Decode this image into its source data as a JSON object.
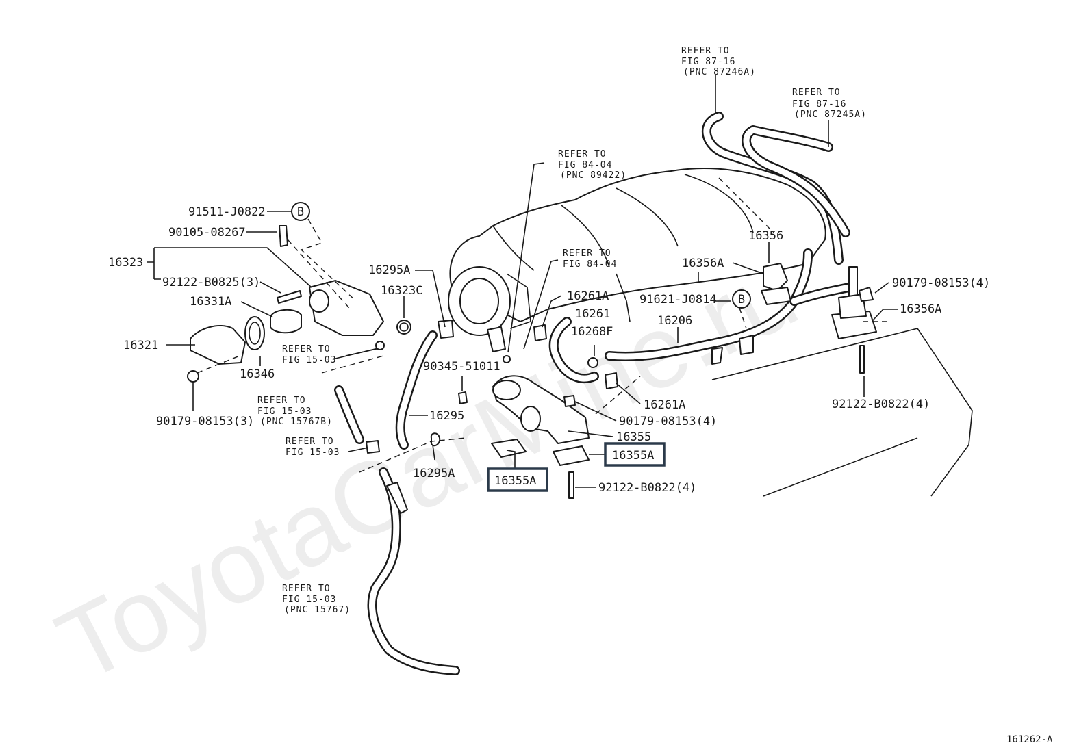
{
  "watermark": "ToyotaCarMine.ru",
  "figure_id": "161262-A",
  "badge_letter": "B",
  "highlighted_part": "16355A",
  "labels": {
    "p91511": "91511-J0822",
    "p90105": "90105-08267",
    "p16323": "16323",
    "p92122_b0825": "92122-B0825(3)",
    "p16331A": "16331A",
    "p16321": "16321",
    "p16346": "16346",
    "p90179_3": "90179-08153(3)",
    "p16295A_top": "16295A",
    "p16323C": "16323C",
    "p90345": "90345-51011",
    "p16295": "16295",
    "p16295A_bottom": "16295A",
    "p16261A_top": "16261A",
    "p16261": "16261",
    "p16268F": "16268F",
    "p16261A_right": "16261A",
    "p90179_4_mid": "90179-08153(4)",
    "p16355": "16355",
    "p16355A_left": "16355A",
    "p16355A_right": "16355A",
    "p92122_b0822_mid": "92122-B0822(4)",
    "p16356": "16356",
    "p16356A_left": "16356A",
    "p91621": "91621-J0814",
    "p16206": "16206",
    "p90179_4_right": "90179-08153(4)",
    "p16356A_right": "16356A",
    "p92122_b0822_right": "92122-B0822(4)"
  },
  "refs": {
    "r87_246": [
      "REFER TO",
      "FIG 87-16",
      "(PNC 87246A)"
    ],
    "r87_245": [
      "REFER TO",
      "FIG 87-16",
      "(PNC 87245A)"
    ],
    "r84_a": [
      "REFER TO",
      "FIG 84-04",
      "(PNC 89422)"
    ],
    "r84_b": [
      "REFER TO",
      "FIG 84-04"
    ],
    "r15_a": [
      "REFER TO",
      "FIG 15-03"
    ],
    "r15_b": [
      "REFER TO",
      "FIG 15-03",
      "(PNC 15767B)"
    ],
    "r15_c": [
      "REFER TO",
      "FIG 15-03"
    ],
    "r15_d": [
      "REFER TO",
      "FIG 15-03",
      "(PNC 15767)"
    ]
  }
}
